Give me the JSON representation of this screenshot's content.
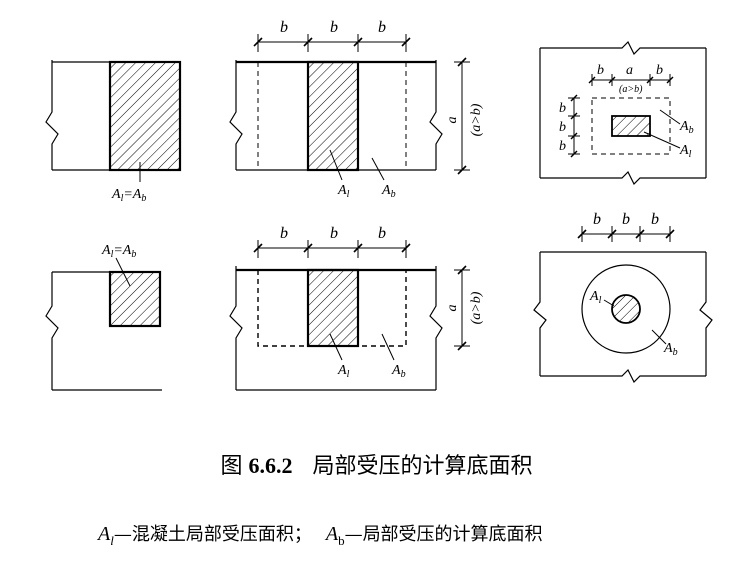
{
  "figure": {
    "caption_label": "图",
    "caption_number": "6.6.2",
    "caption_title": "局部受压的计算底面积",
    "labels": {
      "b": "b",
      "a": "a",
      "a_gt_b": "(a>b)",
      "a_gt_b_small": "(a>b)",
      "A_l": "A",
      "A_l_sub": "l",
      "A_b": "A",
      "A_b_sub": "b",
      "A_l_eq_A_b": "A=A"
    }
  },
  "legend": {
    "sym_a": "A",
    "sym_a_sub": "l",
    "desc_a": "—混凝土局部受压面积；",
    "sym_b": "A",
    "sym_b_sub": "b",
    "desc_b": "—局部受压的计算底面积"
  },
  "colors": {
    "ink": "#000000",
    "background": "#ffffff"
  }
}
